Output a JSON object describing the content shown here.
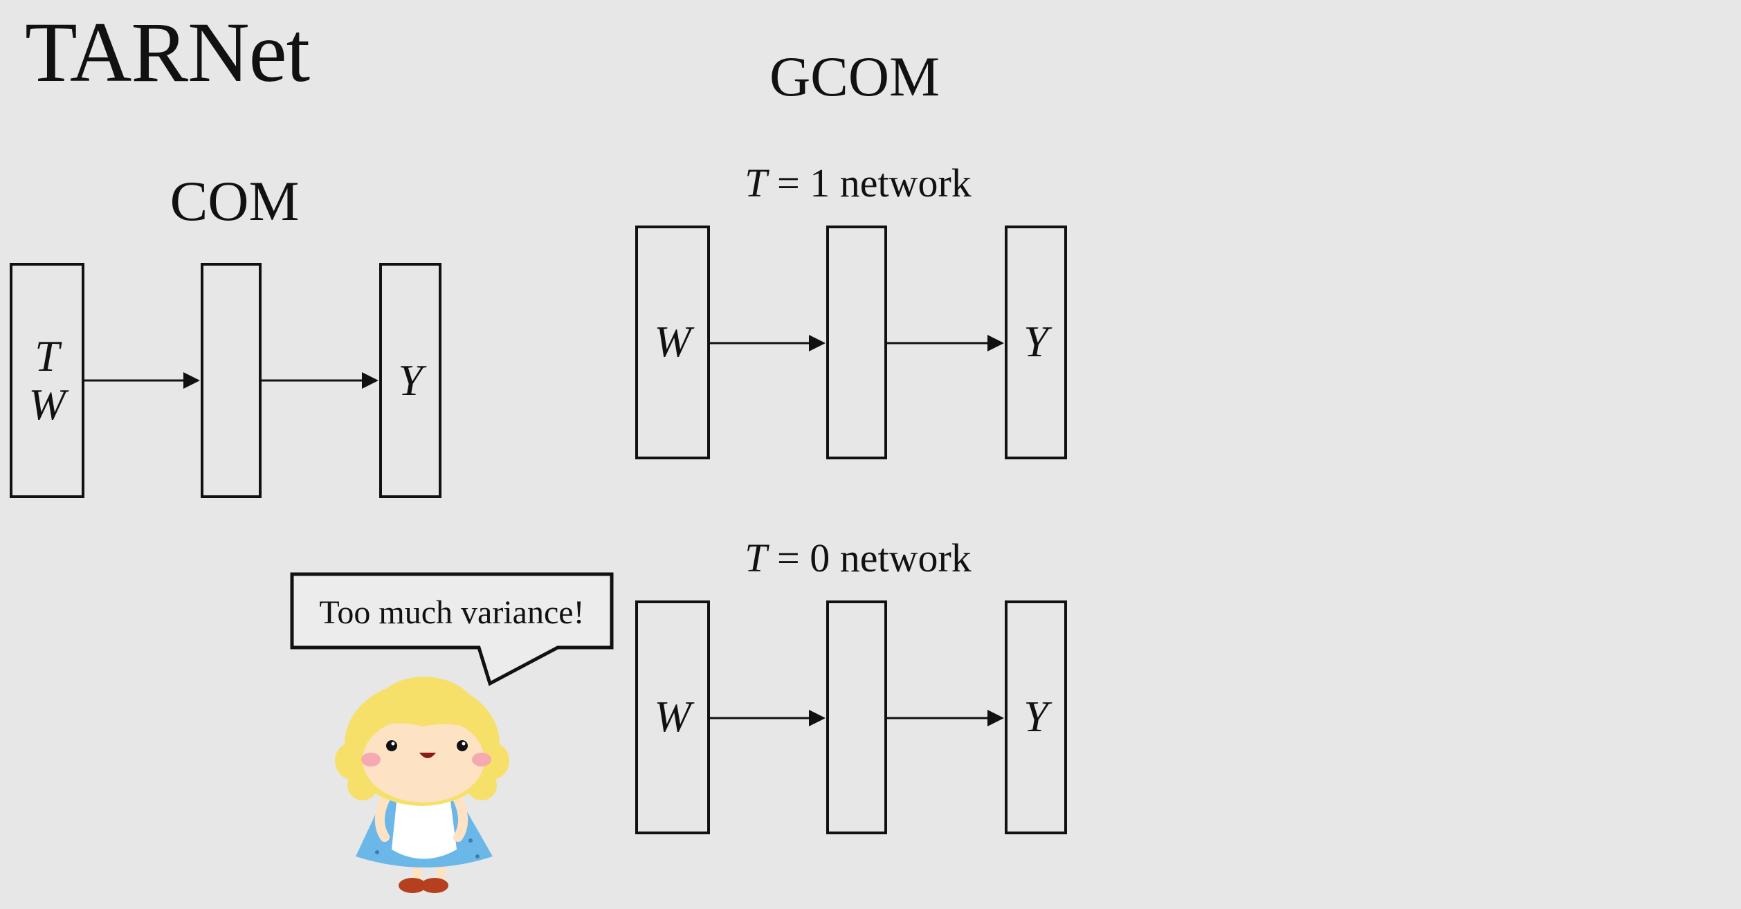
{
  "title": "TARNet",
  "com": {
    "heading": "COM",
    "input_vars": [
      "T",
      "W"
    ],
    "output_var": "Y"
  },
  "gcom": {
    "heading": "GCOM",
    "networks": [
      {
        "label_var": "T",
        "label_rest": "= 1 network",
        "input_var": "W",
        "output_var": "Y"
      },
      {
        "label_var": "T",
        "label_rest": "= 0 network",
        "input_var": "W",
        "output_var": "Y"
      }
    ]
  },
  "speech_bubble": {
    "text": "Too much variance!"
  },
  "colors": {
    "background": "#e7e7e7",
    "stroke": "#111111",
    "hair": "#f6e06a",
    "dress": "#6bb8e8",
    "apron": "#ffffff",
    "skin": "#fde2c4",
    "shoes": "#b5401e"
  }
}
